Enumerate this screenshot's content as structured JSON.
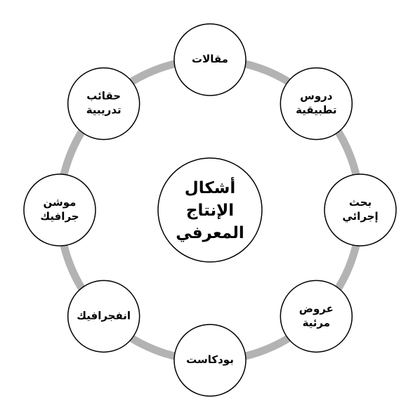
{
  "diagram": {
    "center": {
      "lines": [
        "أشكال",
        "الإنتاج",
        "المعرفي"
      ]
    },
    "nodes": [
      {
        "id": "articles",
        "lines": [
          "مقالات"
        ]
      },
      {
        "id": "applied-lessons",
        "lines": [
          "دروس",
          "تطبيقية"
        ]
      },
      {
        "id": "action-research",
        "lines": [
          "بحث",
          "إجرائي"
        ]
      },
      {
        "id": "visual-presentations",
        "lines": [
          "عروض",
          "مرئية"
        ]
      },
      {
        "id": "podcast",
        "lines": [
          "بودكاست"
        ]
      },
      {
        "id": "infographic",
        "lines": [
          "انفجرافيك"
        ]
      },
      {
        "id": "motion-graphic",
        "lines": [
          "موشن",
          "جرافيك"
        ]
      },
      {
        "id": "training-kits",
        "lines": [
          "حقائب",
          "تدريبية"
        ]
      }
    ],
    "colors": {
      "ring": "#b3b3b3",
      "circle_stroke": "#000000",
      "circle_fill": "#ffffff",
      "text": "#000000"
    }
  }
}
